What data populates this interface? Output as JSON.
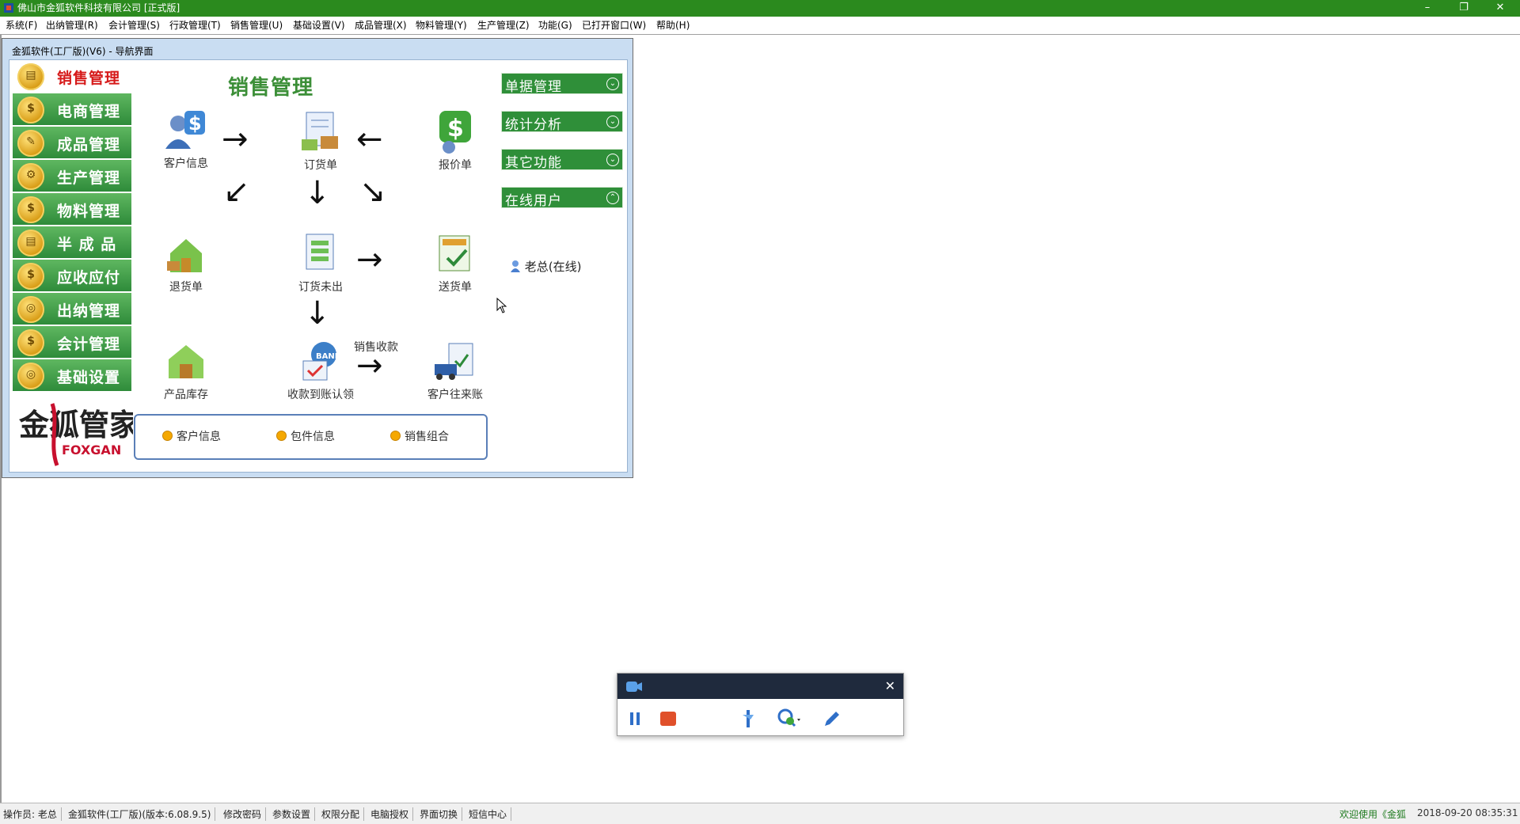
{
  "window": {
    "title": "佛山市金狐软件科技有限公司 [正式版]",
    "minimize": "–",
    "restore": "❐",
    "close": "✕"
  },
  "menu": [
    "系统(F)",
    "出纳管理(R)",
    "会计管理(S)",
    "行政管理(T)",
    "销售管理(U)",
    "基础设置(V)",
    "成品管理(X)",
    "物料管理(Y)",
    "生产管理(Z)",
    "功能(G)",
    "已打开窗口(W)",
    "帮助(H)"
  ],
  "child": {
    "title": "金狐软件(工厂版)(V6) - 导航界面"
  },
  "sidebar": [
    {
      "label": "销售管理",
      "active": true
    },
    {
      "label": "电商管理"
    },
    {
      "label": "成品管理"
    },
    {
      "label": "生产管理"
    },
    {
      "label": "物料管理"
    },
    {
      "label": "半 成 品"
    },
    {
      "label": "应收应付"
    },
    {
      "label": "出纳管理"
    },
    {
      "label": "会计管理"
    },
    {
      "label": "基础设置"
    }
  ],
  "logo": {
    "cn": "金狐管家",
    "en": "FOXGAN"
  },
  "main": {
    "title": "销售管理",
    "nodes": {
      "customer_info": "客户信息",
      "order": "订货单",
      "quote": "报价单",
      "return": "退货单",
      "order_pending": "订货未出",
      "delivery": "送货单",
      "inventory": "产品库存",
      "receipt_claim": "收款到账认领",
      "customer_ledger": "客户往来账"
    },
    "sales_receipt_note": "销售收款",
    "quicklinks": [
      "客户信息",
      "包件信息",
      "销售组合"
    ]
  },
  "panels": [
    "单据管理",
    "统计分析",
    "其它功能",
    "在线用户"
  ],
  "online_user": "老总(在线)",
  "status": {
    "operator": "操作员: 老总",
    "version": "金狐软件(工厂版)(版本:6.08.9.5)",
    "buttons": [
      "修改密码",
      "参数设置",
      "权限分配",
      "电脑授权",
      "界面切换",
      "短信中心"
    ],
    "welcome": "欢迎使用《金狐",
    "datetime": "2018-09-20 08:35:31"
  },
  "colors": {
    "titlebar": "#2b8a1e",
    "sidebar_green": "#3a9a44",
    "active_label": "#d61a1a",
    "panel_green": "#2f8f39",
    "title_green": "#3c8f38"
  },
  "icons": [
    "app-icon",
    "coin-icon",
    "customer-icon",
    "order-icon",
    "quote-icon",
    "return-icon",
    "pending-icon",
    "delivery-icon",
    "inventory-icon",
    "bank-icon",
    "ledger-icon",
    "user-icon",
    "camera-icon",
    "pause-icon",
    "stop-icon",
    "cursor-icon",
    "zoom-icon",
    "pen-icon",
    "close-icon"
  ]
}
